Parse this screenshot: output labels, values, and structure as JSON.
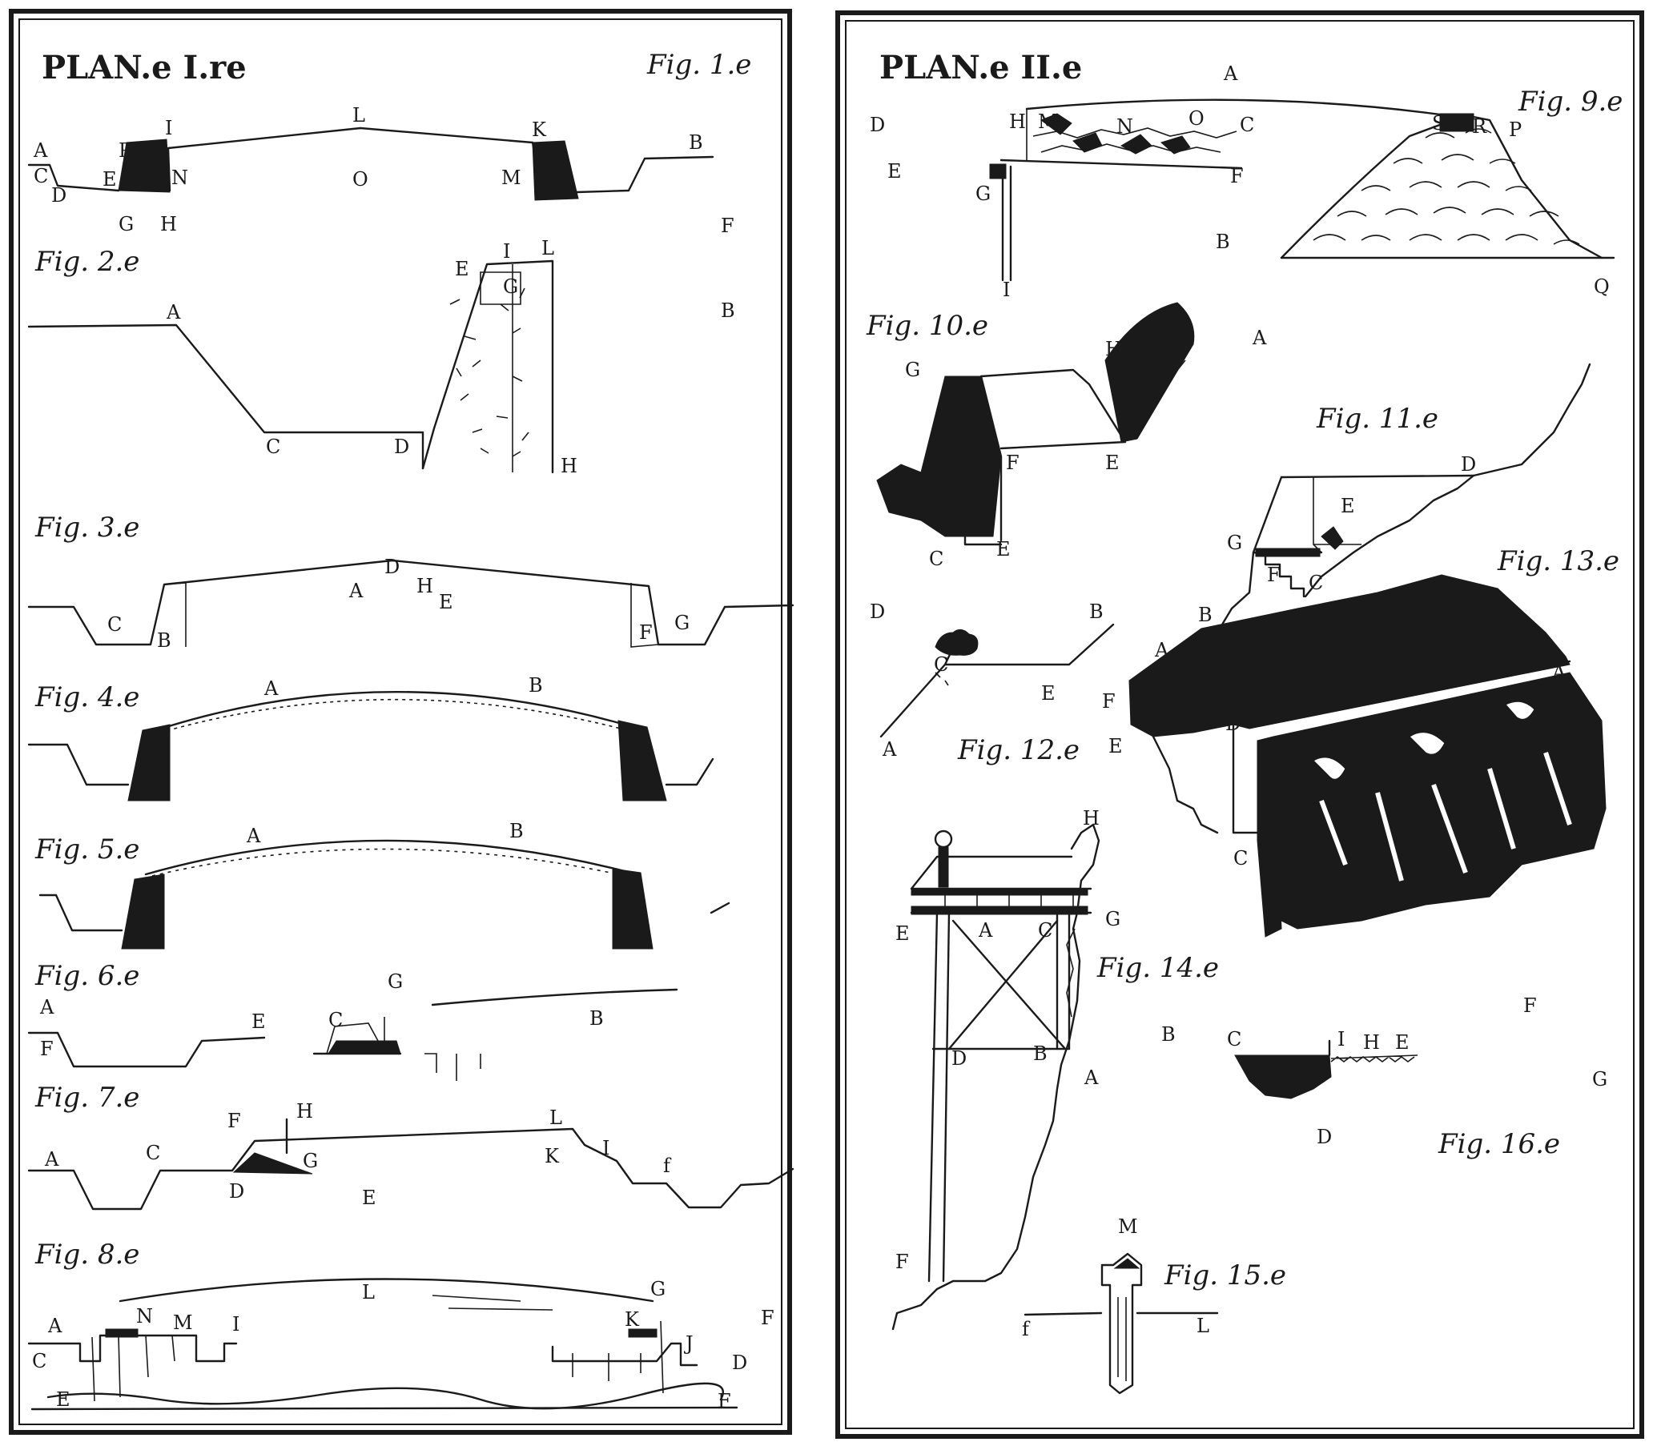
{
  "plates": {
    "left": {
      "title": "PLAN.e I.re",
      "figures": {
        "f1": {
          "title": "Fig. 1.e",
          "labels": [
            "A",
            "B",
            "C",
            "D",
            "E",
            "F",
            "G",
            "H",
            "I",
            "K",
            "L",
            "M",
            "N",
            "O",
            "P",
            "F"
          ]
        },
        "f2": {
          "title": "Fig. 2.e",
          "labels": [
            "A",
            "B",
            "C",
            "D",
            "E",
            "G",
            "H",
            "I",
            "L"
          ]
        },
        "f3": {
          "title": "Fig. 3.e",
          "labels": [
            "A",
            "B",
            "C",
            "D",
            "E",
            "F",
            "G",
            "H"
          ]
        },
        "f4": {
          "title": "Fig. 4.e",
          "labels": [
            "A",
            "B"
          ]
        },
        "f5": {
          "title": "Fig. 5.e",
          "labels": [
            "A",
            "B"
          ]
        },
        "f6": {
          "title": "Fig. 6.e",
          "labels": [
            "A",
            "B",
            "C",
            "E",
            "F",
            "G"
          ]
        },
        "f7": {
          "title": "Fig. 7.e",
          "labels": [
            "A",
            "C",
            "D",
            "E",
            "F",
            "G",
            "H",
            "I",
            "K",
            "L",
            "f"
          ]
        },
        "f8": {
          "title": "Fig. 8.e",
          "labels": [
            "A",
            "C",
            "D",
            "E",
            "F",
            "F",
            "G",
            "I",
            "J",
            "K",
            "L",
            "M",
            "N"
          ]
        }
      }
    },
    "right": {
      "title": "PLAN.e II.e",
      "figures": {
        "f9": {
          "title": "Fig. 9.e",
          "labels": [
            "A",
            "B",
            "C",
            "D",
            "E",
            "F",
            "G",
            "H",
            "I",
            "M",
            "N",
            "O",
            "P",
            "Q",
            "R",
            "S"
          ]
        },
        "f10": {
          "title": "Fig. 10.e",
          "labels": [
            "A",
            "C",
            "E",
            "E",
            "F",
            "G",
            "H"
          ]
        },
        "f11": {
          "title": "Fig. 11.e",
          "labels": [
            "A",
            "B",
            "C",
            "D",
            "E",
            "F",
            "G"
          ]
        },
        "f12": {
          "title": "Fig. 12.e",
          "labels": [
            "A",
            "B",
            "C",
            "D",
            "E"
          ]
        },
        "f13": {
          "title": "Fig. 13.e",
          "labels": [
            "A",
            "B",
            "C",
            "D",
            "E",
            "F"
          ]
        },
        "f14": {
          "title": "Fig. 14.e",
          "labels": [
            "A",
            "B",
            "C",
            "D",
            "E",
            "F",
            "G",
            "H"
          ]
        },
        "f15": {
          "title": "Fig. 15.e",
          "labels": [
            "M",
            "f",
            "L"
          ]
        },
        "f16": {
          "title": "Fig. 16.e",
          "labels": [
            "B",
            "C",
            "D",
            "E",
            "F",
            "G",
            "H",
            "I"
          ]
        }
      }
    }
  }
}
